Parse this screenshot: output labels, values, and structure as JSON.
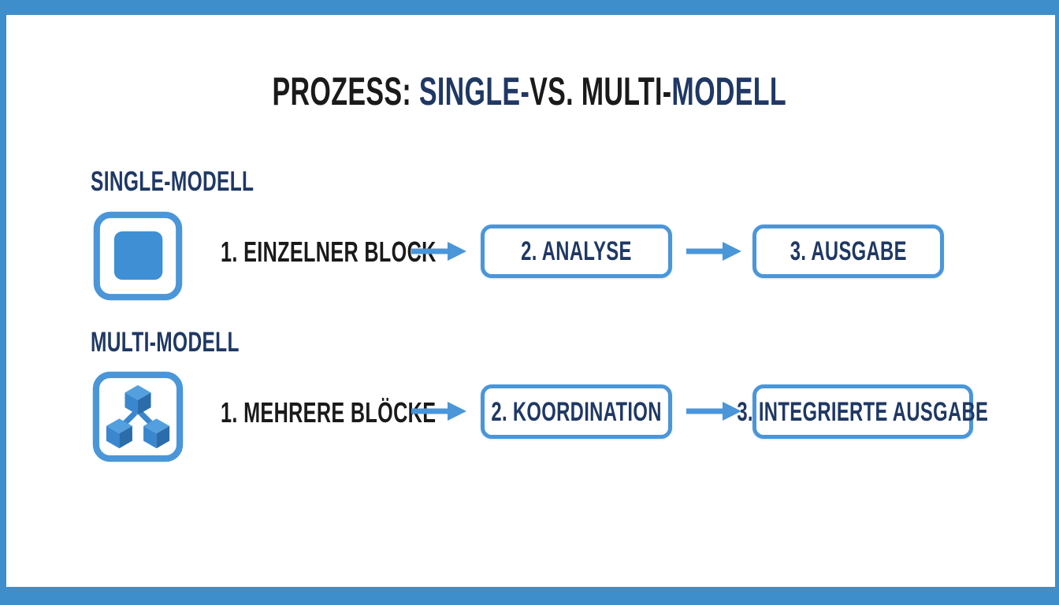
{
  "title": {
    "segments": [
      {
        "text": "PROZESS: ",
        "color": "#1a1a1a"
      },
      {
        "text": "SINGLE-",
        "color": "#1f3864"
      },
      {
        "text": "VS. MULTI-",
        "color": "#1a1a1a"
      },
      {
        "text": "MODELL",
        "color": "#1f3864"
      }
    ]
  },
  "sections": [
    {
      "header": "SINGLE-MODELL",
      "icon": "single-block-icon",
      "step1_label": "1. EINZELNER BLOCK",
      "step2_label": "2. ANALYSE",
      "step3_label": "3. AUSGABE"
    },
    {
      "header": "MULTI-MODELL",
      "icon": "multi-blocks-icon",
      "step1_label": "1. MEHRERE BLÖCKE",
      "step2_label": "2. KOORDINATION",
      "step3_label": "3. INTEGRIERTE AUSGABE"
    }
  ],
  "colors": {
    "frame_blue": "#3e8ecb",
    "accent_blue": "#4a96d8",
    "icon_fill_blue": "#3f8fd4",
    "cube_top_blue": "#54a0de",
    "cube_left_blue": "#3a87cf",
    "cube_right_blue": "#2b6cab",
    "navy_text": "#1f3864",
    "black_text": "#1a1a1a",
    "background": "#ffffff"
  }
}
